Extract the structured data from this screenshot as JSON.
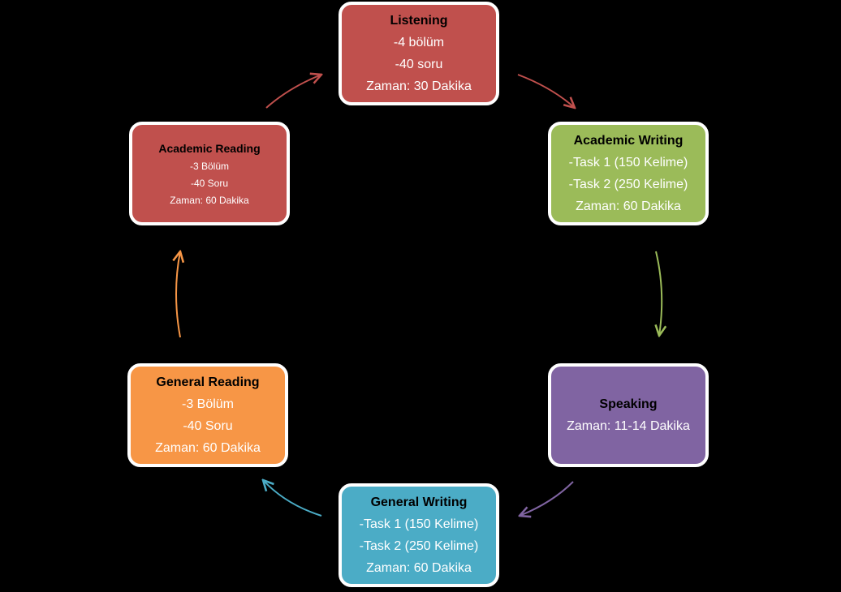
{
  "boxes": {
    "listening": {
      "title": "Listening",
      "lines": [
        "-4 bölüm",
        "-40 soru",
        "Zaman: 30 Dakika"
      ],
      "color": "#C0504D"
    },
    "academic_writing": {
      "title": "Academic Writing",
      "lines": [
        "-Task 1 (150 Kelime)",
        "-Task 2 (250 Kelime)",
        "Zaman: 60 Dakika"
      ],
      "color": "#9BBB59"
    },
    "speaking": {
      "title": "Speaking",
      "lines": [
        "Zaman: 11-14 Dakika"
      ],
      "color": "#8064A2"
    },
    "general_writing": {
      "title": "General Writing",
      "lines": [
        "-Task 1 (150 Kelime)",
        "-Task 2 (250 Kelime)",
        "Zaman: 60 Dakika"
      ],
      "color": "#4BACC6"
    },
    "general_reading": {
      "title": "General Reading",
      "lines": [
        "-3 Bölüm",
        "-40 Soru",
        "Zaman: 60 Dakika"
      ],
      "color": "#F79646"
    },
    "academic_reading": {
      "title": "Academic Reading",
      "lines": [
        "-3 Bölüm",
        "-40 Soru",
        "Zaman: 60 Dakika"
      ],
      "color": "#C0504D"
    }
  },
  "arrow_colors": {
    "listening_to_academic_writing": "#C0504D",
    "academic_writing_to_speaking": "#9BBB59",
    "speaking_to_general_writing": "#8064A2",
    "general_writing_to_general_reading": "#4BACC6",
    "general_reading_to_academic_reading": "#F79646",
    "academic_reading_to_listening": "#C0504D"
  }
}
